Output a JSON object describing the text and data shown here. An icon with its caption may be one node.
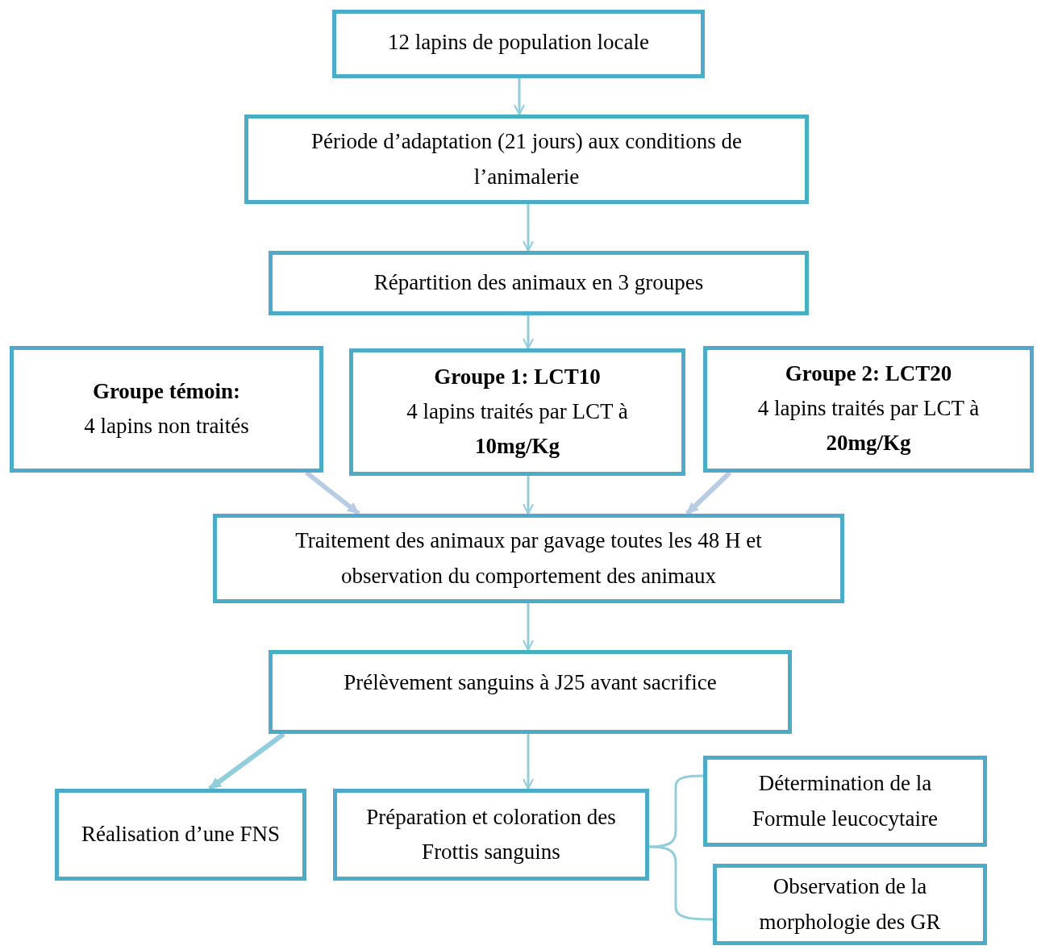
{
  "diagram": {
    "nodes": [
      {
        "text": [
          "12 lapins de population locale"
        ]
      },
      {
        "text": [
          "Période d’adaptation (21 jours) aux conditions de l’animalerie"
        ]
      },
      {
        "text": [
          "Répartition des animaux en 3 groupes"
        ]
      },
      {
        "text": [
          "Groupe témoin:",
          "4 lapins non traités"
        ]
      },
      {
        "text": [
          "Groupe 1: LCT10",
          "4 lapins traités par LCT à **10mg/Kg**"
        ]
      },
      {
        "text": [
          "Groupe 2: LCT20",
          "4 lapins traités par LCT à **20mg/Kg**"
        ]
      },
      {
        "text": [
          "Traitement des animaux par gavage toutes les 48 H et observation du comportement des animaux"
        ]
      },
      {
        "text": [
          "Prélèvement sanguins à J25 avant sacrifice"
        ]
      },
      {
        "text": [
          "Réalisation d’une FNS"
        ]
      },
      {
        "text": [
          "Préparation et coloration des Frottis sanguins"
        ]
      },
      {
        "text": [
          "Détermination de la Formule leucocytaire"
        ]
      },
      {
        "text": [
          "Observation de la morphologie des GR"
        ]
      }
    ],
    "edges": [
      {
        "from": 0,
        "to": 1,
        "arrow": "to"
      },
      {
        "from": 1,
        "to": 2,
        "arrow": "to"
      },
      {
        "from": 2,
        "to": 4,
        "arrow": "to"
      },
      {
        "from": 3,
        "to": 6,
        "arrow": "to",
        "style": "thick",
        "color": "#b8cce4"
      },
      {
        "from": 4,
        "to": 6,
        "arrow": "to"
      },
      {
        "from": 5,
        "to": 6,
        "arrow": "to",
        "style": "thick",
        "color": "#b8cce4"
      },
      {
        "from": 6,
        "to": 7,
        "arrow": "to"
      },
      {
        "from": 7,
        "to": 8,
        "arrow": "to",
        "style": "thick"
      },
      {
        "from": 7,
        "to": 9,
        "arrow": "to"
      },
      {
        "from": 9,
        "to": 10,
        "arrow": "none"
      },
      {
        "from": 9,
        "to": 11,
        "arrow": "none"
      }
    ]
  }
}
